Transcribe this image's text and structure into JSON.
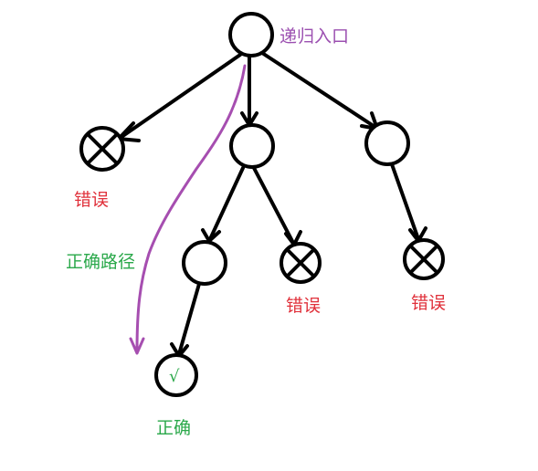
{
  "labels": {
    "entry": "递归入口",
    "wrong_left": "错误",
    "wrong_middle": "错误",
    "wrong_right": "错误",
    "correct_path": "正确路径",
    "correct": "正确",
    "check_mark": "√"
  },
  "colors": {
    "line": "#000000",
    "entry": "#9b4fb0",
    "wrong": "#e0303a",
    "correct": "#2aa84a",
    "path_arrow": "#a64eb0"
  }
}
